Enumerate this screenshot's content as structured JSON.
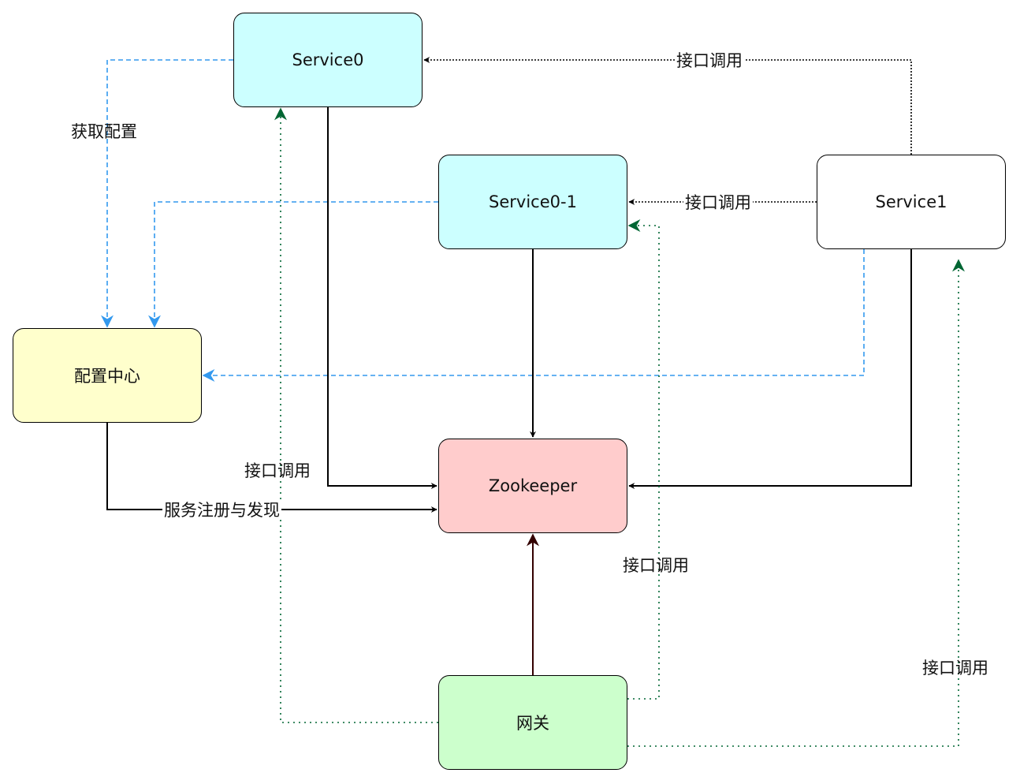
{
  "colors": {
    "service0_fill": "#ccffff",
    "service0_1_fill": "#ccffff",
    "service1_fill": "#ffffff",
    "config_fill": "#ffffcc",
    "zookeeper_fill": "#ffcccc",
    "gateway_fill": "#ccffcc",
    "config_edge": "#3399ee",
    "gateway_edge": "#006633",
    "gateway_to_zk": "#330000"
  },
  "nodes": {
    "service0": "Service0",
    "service0_1": "Service0-1",
    "service1": "Service1",
    "config_center": "配置中心",
    "zookeeper": "Zookeeper",
    "gateway": "网关"
  },
  "edge_labels": {
    "get_config": "获取配置",
    "s1_to_s0": "接口调用",
    "s1_to_s01": "接口调用",
    "gw_to_s0": "接口调用",
    "gw_to_s01": "接口调用",
    "gw_to_s1": "接口调用",
    "register_discover": "服务注册与发现"
  }
}
